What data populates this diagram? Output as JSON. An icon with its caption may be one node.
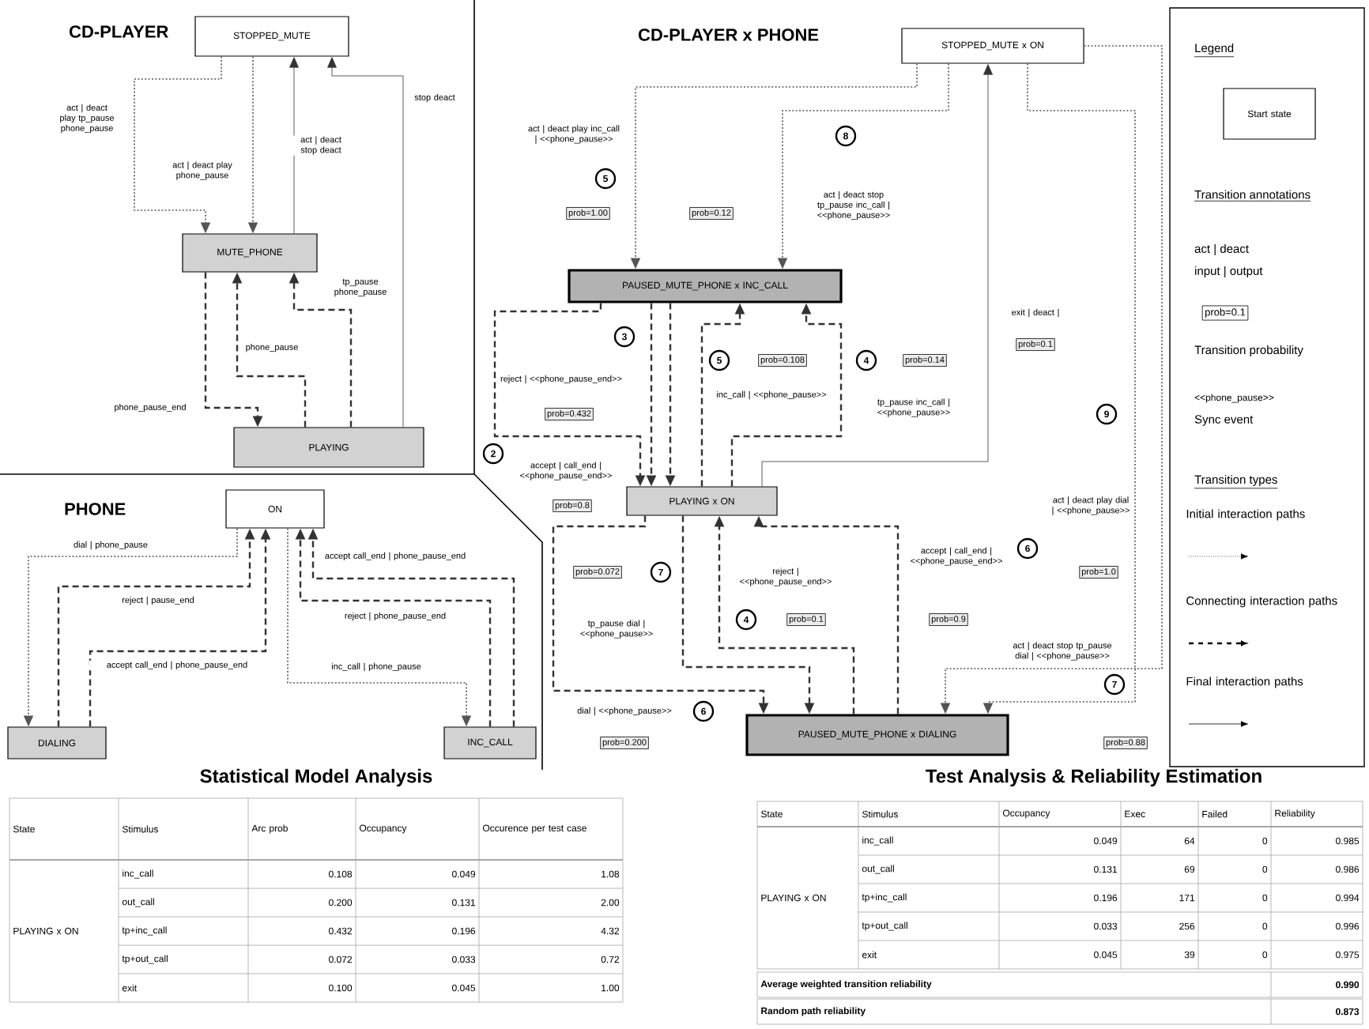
{
  "diagram": {
    "nodes": [
      {
        "text": [
          "STOPPED_MUTE"
        ]
      },
      {
        "text": [
          "MUTE_PHONE"
        ]
      },
      {
        "text": [
          "PLAYING"
        ]
      },
      {
        "text": [
          "ON"
        ]
      },
      {
        "text": [
          "DIALING"
        ]
      },
      {
        "text": [
          "INC_CALL"
        ]
      },
      {
        "text": [
          "STOPPED_MUTE x ON"
        ]
      },
      {
        "text": [
          "PAUSED_MUTE_PHONE x INC_CALL"
        ]
      },
      {
        "text": [
          "PLAYING x ON"
        ]
      },
      {
        "text": [
          "PAUSED_MUTE_PHONE x DIALING"
        ]
      },
      {
        "text": [
          "Start state"
        ]
      }
    ],
    "edges": [
      {
        "from": 0,
        "to": 1,
        "arrow": "to",
        "style": "dashed",
        "color": "#555555",
        "label": "act | deact play tp_pause phone_pause"
      },
      {
        "from": 0,
        "to": 1,
        "arrow": "to",
        "style": "dashed",
        "color": "#555555",
        "label": "act | deact play phone_pause"
      },
      {
        "from": 1,
        "to": 0,
        "arrow": "to",
        "label": "act | deact stop deact"
      },
      {
        "from": 2,
        "to": 0,
        "arrow": "to",
        "label": "stop deact"
      },
      {
        "from": 1,
        "to": 2,
        "arrow": "to",
        "style": "dashed",
        "label": "phone_pause_end"
      },
      {
        "from": 2,
        "to": 1,
        "arrow": "to",
        "style": "dashed",
        "label": "phone_pause"
      },
      {
        "from": 2,
        "to": 1,
        "arrow": "to",
        "style": "dashed",
        "label": "tp_pause phone_pause"
      },
      {
        "from": 3,
        "to": 4,
        "arrow": "to",
        "style": "dashed",
        "color": "#555555",
        "label": "dial | phone_pause"
      },
      {
        "from": 4,
        "to": 3,
        "arrow": "to",
        "style": "dashed",
        "label": "reject | pause_end"
      },
      {
        "from": 4,
        "to": 3,
        "arrow": "to",
        "style": "dashed",
        "label": "accept call_end | phone_pause_end"
      },
      {
        "from": 3,
        "to": 5,
        "arrow": "to",
        "style": "dashed",
        "color": "#555555",
        "label": "inc_call | phone_pause"
      },
      {
        "from": 5,
        "to": 3,
        "arrow": "to",
        "style": "dashed",
        "label": "accept call_end | phone_pause_end"
      },
      {
        "from": 5,
        "to": 3,
        "arrow": "to",
        "style": "dashed",
        "label": "reject | phone_pause_end"
      },
      {
        "from": 6,
        "to": 7,
        "arrow": "to",
        "style": "dashed",
        "color": "#555555",
        "label": "act | deact play inc_call | <<phone_pause>>"
      },
      {
        "from": 6,
        "to": 7,
        "arrow": "to",
        "style": "dashed",
        "color": "#555555",
        "label": "act | deact stop tp_pause inc_call | <<phone_pause>>"
      },
      {
        "from": 8,
        "to": 6,
        "arrow": "to",
        "label": "exit | deact |"
      },
      {
        "from": 7,
        "to": 8,
        "arrow": "to",
        "style": "dashed",
        "label": "reject | <<phone_pause_end>>"
      },
      {
        "from": 7,
        "to": 8,
        "arrow": "to",
        "style": "dashed"
      },
      {
        "from": 8,
        "to": 7,
        "arrow": "to",
        "style": "dashed",
        "label": "inc_call | <<phone_pause>>"
      },
      {
        "from": 8,
        "to": 7,
        "arrow": "to",
        "style": "dashed",
        "label": "tp_pause inc_call | <<phone_pause>>"
      },
      {
        "from": 7,
        "to": 8,
        "arrow": "to",
        "style": "dashed",
        "label": "accept | call_end | <<phone_pause_end>>"
      },
      {
        "from": 6,
        "to": 9,
        "arrow": "to",
        "style": "dashed",
        "color": "#555555",
        "label": "act | deact play dial | <<phone_pause>>"
      },
      {
        "from": 6,
        "to": 9,
        "arrow": "to",
        "style": "dashed",
        "color": "#555555",
        "label": "act | deact stop tp_pause dial | <<phone_pause>>"
      },
      {
        "from": 8,
        "to": 9,
        "arrow": "to",
        "style": "dashed",
        "label": "dial | <<phone_pause>>"
      },
      {
        "from": 8,
        "to": 9,
        "arrow": "to",
        "style": "dashed",
        "label": "tp_pause dial | <<phone_pause>>"
      },
      {
        "from": 9,
        "to": 8,
        "arrow": "to",
        "style": "dashed",
        "label": "reject | <<phone_pause_end>>"
      },
      {
        "from": 9,
        "to": 8,
        "arrow": "to",
        "style": "dashed",
        "label": "accept | call_end | <<phone_pause_end>>"
      }
    ],
    "labels": [
      "CD-PLAYER",
      "PHONE",
      "CD-PLAYER x PHONE",
      "8",
      "5",
      "prob=1.00",
      "prob=0.12",
      "prob=0.1",
      "3",
      "5",
      "prob=0.108",
      "4",
      "prob=0.14",
      "prob=0.432",
      "9",
      "2",
      "prob=0.8",
      "prob=0.072",
      "7",
      "6",
      "prob=1.0",
      "4",
      "prob=0.1",
      "prob=0.9",
      "7",
      "6",
      "prob=0.200",
      "prob=0.88",
      "Legend",
      "Transition annotations",
      "act | deact",
      "input | output",
      "prob=0.1",
      "Transition probability",
      "<<phone_pause>>",
      "Sync event",
      "Transition types",
      "Statistical Model Analysis",
      "Test Analysis & Reliability Estimation",
      "State",
      "Stimulus",
      "Arc prob",
      "Occupancy",
      "Occurence per test case",
      "PLAYING x ON",
      "inc_call",
      "0.108",
      "0.049",
      "1.08",
      "out_call",
      "0.200",
      "0.131",
      "2.00",
      "tp+inc_call",
      "0.432",
      "0.196",
      "4.32",
      "tp+out_call",
      "0.072",
      "0.033",
      "0.72",
      "exit",
      "0.100",
      "0.045",
      "1.00",
      "State",
      "Stimulus",
      "Occupancy",
      "Exec",
      "Failed",
      "Reliability",
      "PLAYING x ON",
      "inc_call",
      "0.049",
      "64",
      "0",
      "0.985",
      "out_call",
      "0.131",
      "69",
      "0",
      "0.986",
      "tp+inc_call",
      "0.196",
      "171",
      "0",
      "0.994",
      "tp+out_call",
      "0.033",
      "256",
      "0",
      "0.996",
      "exit",
      "0.045",
      "39",
      "0",
      "0.975",
      "Average weighted transition reliability",
      "0.990",
      "Random path reliability",
      "0.873"
    ],
    "legend": [
      {
        "text": "Initial interaction paths"
      },
      {
        "text": "Connecting interaction paths"
      },
      {
        "text": "Final interaction paths"
      }
    ]
  }
}
